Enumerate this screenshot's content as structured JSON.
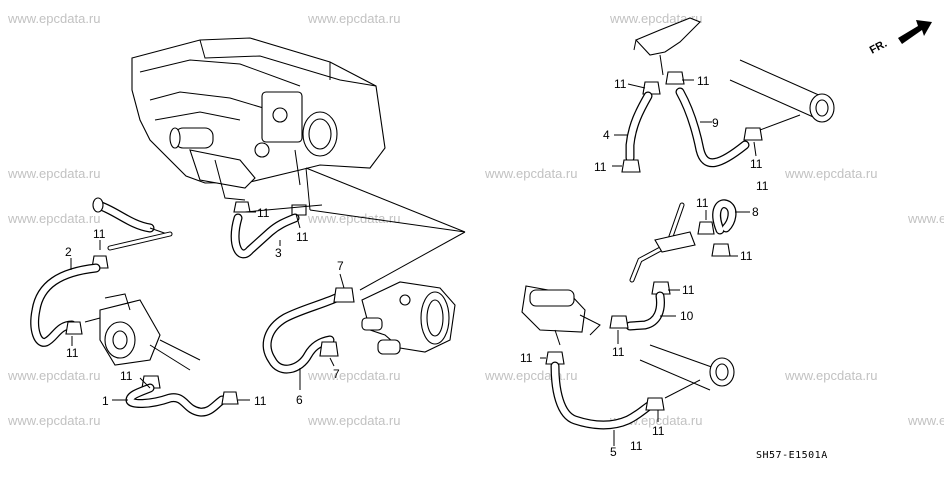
{
  "watermarks": {
    "w1": "www.epcdata.ru",
    "w2": "www.epcdata.ru",
    "w3": "www.epcdata.ru",
    "w4": "www.epcdata.ru",
    "w5": "www.epcdata.ru",
    "w6": "www.epcdata.ru",
    "w7": "www.epcdata.ru",
    "w8": "www.epcdata.ru",
    "w9": "www.epcdata.ru",
    "w10": "www.epcdata.ru",
    "w11": "www.epcdata.ru",
    "w12": "www.epcdata.ru",
    "w13": "www.epcdata.ru",
    "w14": "www.epcdata.ru",
    "w15": "www.epcdata.ru",
    "w16": "www.epcdata.ru",
    "w17": "www.epcdata.ru"
  },
  "direction_label": "FR.",
  "diagram_code": "SH57-E1501A",
  "callouts": {
    "c1": "1",
    "c2": "2",
    "c3": "3",
    "c4": "4",
    "c5": "5",
    "c6": "6",
    "c7a": "7",
    "c7b": "7",
    "c8": "8",
    "c9": "9",
    "c10": "10",
    "c11_a": "11",
    "c11_b": "11",
    "c11_c": "11",
    "c11_d": "11",
    "c11_e": "11",
    "c11_f": "11",
    "c11_g": "11",
    "c11_h": "11",
    "c11_i": "11",
    "c11_j": "11",
    "c11_k": "11",
    "c11_l": "11",
    "c11_m": "11",
    "c11_n": "11",
    "c11_o": "11",
    "c11_p": "11",
    "c11_q": "11",
    "c11_r": "11"
  }
}
